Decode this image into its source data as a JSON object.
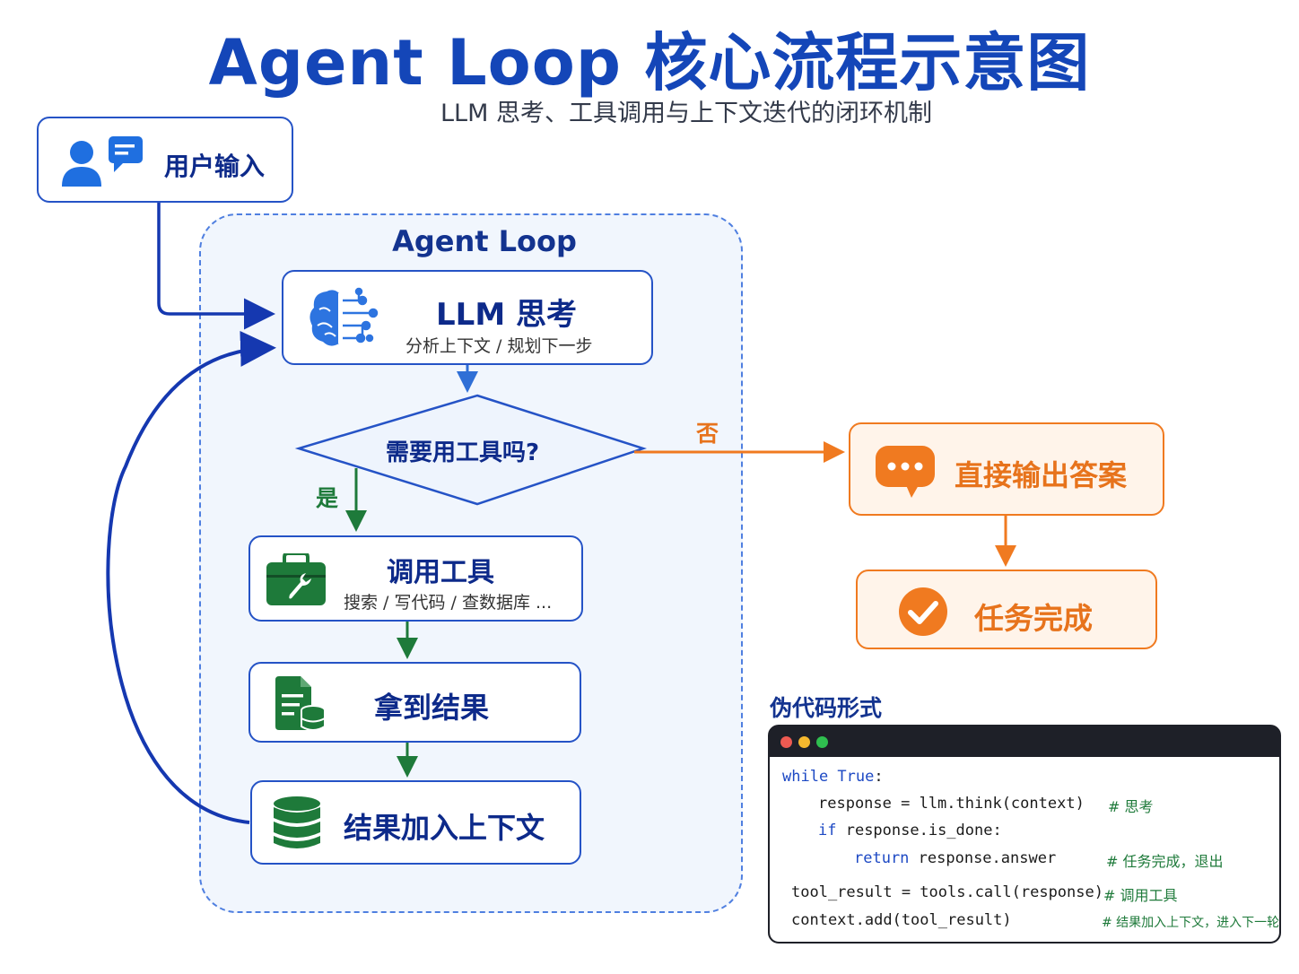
{
  "header": {
    "title": "Agent Loop 核心流程示意图",
    "subtitle": "LLM 思考、工具调用与上下文迭代的闭环机制"
  },
  "loop": {
    "title": "Agent Loop"
  },
  "nodes": {
    "user_input": {
      "label": "用户输入"
    },
    "llm_think": {
      "title": "LLM 思考",
      "subtitle": "分析上下文 / 规划下一步"
    },
    "decision": {
      "label": "需要用工具吗?",
      "yes": "是",
      "no": "否"
    },
    "call_tool": {
      "title": "调用工具",
      "subtitle": "搜索 / 写代码 / 查数据库 ..."
    },
    "get_result": {
      "title": "拿到结果"
    },
    "add_context": {
      "title": "结果加入上下文"
    },
    "direct_answer": {
      "title": "直接输出答案"
    },
    "task_done": {
      "title": "任务完成"
    }
  },
  "pseudocode": {
    "title": "伪代码形式",
    "lines": {
      "l1_kw": "while True",
      "l1_rest": ":",
      "l2": "response = llm.think(context)",
      "l2_comment": "# 思考",
      "l3_kw": "if",
      "l3_rest": " response.is_done:",
      "l4_kw": "return",
      "l4_rest": " response.answer",
      "l4_comment": "# 任务完成，退出",
      "l5": "tool_result = tools.call(response)",
      "l5_comment": "# 调用工具",
      "l6": "context.add(tool_result)",
      "l6_comment": "# 结果加入上下文，进入下一轮"
    }
  },
  "colors": {
    "primary_blue": "#2553c6",
    "loop_arrow": "#1538b0",
    "green": "#1e7a3a",
    "orange": "#f07a20",
    "window_dots": [
      "#ee5a52",
      "#f5b82e",
      "#2fbf4f"
    ]
  }
}
